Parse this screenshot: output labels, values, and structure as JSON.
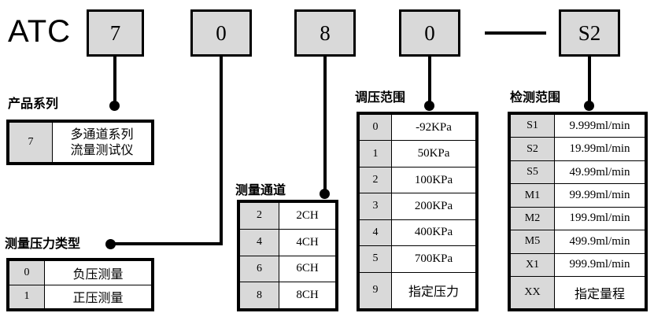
{
  "code_line": {
    "prefix": "ATC",
    "boxes": [
      {
        "id": "series",
        "value": "7"
      },
      {
        "id": "pressure-type",
        "value": "0"
      },
      {
        "id": "channels",
        "value": "8"
      },
      {
        "id": "pressure-range",
        "value": "0"
      },
      {
        "id": "detection-range",
        "value": "S2"
      }
    ],
    "separator": "—"
  },
  "sections": {
    "product_series": {
      "caption": "产品系列",
      "rows": [
        {
          "code": "7",
          "value_line1": "多通道系列",
          "value_line2": "流量测试仪"
        }
      ]
    },
    "pressure_type": {
      "caption": "测量压力类型",
      "rows": [
        {
          "code": "0",
          "value": "负压测量"
        },
        {
          "code": "1",
          "value": "正压测量"
        }
      ]
    },
    "measure_channels": {
      "caption": "测量通道",
      "rows": [
        {
          "code": "2",
          "value": "2CH"
        },
        {
          "code": "4",
          "value": "4CH"
        },
        {
          "code": "6",
          "value": "6CH"
        },
        {
          "code": "8",
          "value": "8CH"
        }
      ]
    },
    "pressure_range": {
      "caption": "调压范围",
      "rows": [
        {
          "code": "0",
          "value": "-92KPa"
        },
        {
          "code": "1",
          "value": "50KPa"
        },
        {
          "code": "2",
          "value": "100KPa"
        },
        {
          "code": "3",
          "value": "200KPa"
        },
        {
          "code": "4",
          "value": "400KPa"
        },
        {
          "code": "5",
          "value": "700KPa"
        },
        {
          "code": "9",
          "value": "指定压力"
        }
      ]
    },
    "detection_range": {
      "caption": "检测范围",
      "rows": [
        {
          "code": "S1",
          "value": "9.999ml/min"
        },
        {
          "code": "S2",
          "value": "19.99ml/min"
        },
        {
          "code": "S5",
          "value": "49.99ml/min"
        },
        {
          "code": "M1",
          "value": "99.99ml/min"
        },
        {
          "code": "M2",
          "value": "199.9ml/min"
        },
        {
          "code": "M5",
          "value": "499.9ml/min"
        },
        {
          "code": "X1",
          "value": "999.9ml/min"
        },
        {
          "code": "XX",
          "value": "指定量程"
        }
      ]
    }
  },
  "colors": {
    "box_fill": "#d9d9d9",
    "line": "#000000",
    "background": "#ffffff"
  }
}
